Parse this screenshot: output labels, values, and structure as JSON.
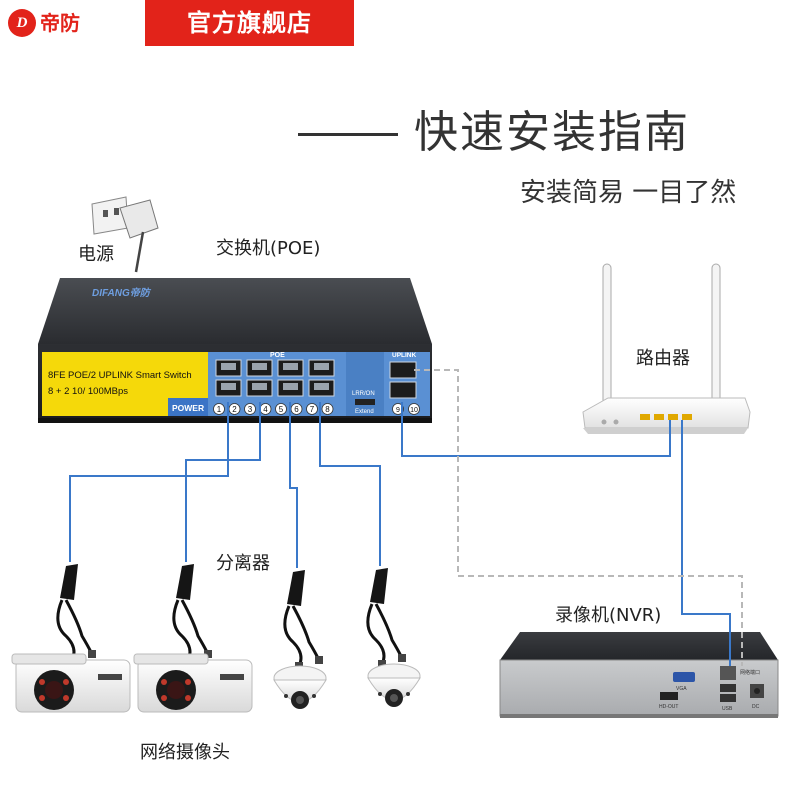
{
  "header": {
    "brand_logo_text": "D",
    "brand_name": "帝防",
    "store_name": "官方旗舰店"
  },
  "title": "快速安装指南",
  "subtitle": "安装简易 一目了然",
  "labels": {
    "power": "电源",
    "switch": "交换机(POE)",
    "router": "路由器",
    "splitter": "分离器",
    "nvr": "录像机(NVR)",
    "cameras": "网络摄像头"
  },
  "switch": {
    "brand": "DIFANG帝防",
    "model_line1": "8FE POE/2 UPLINK Smart Switch",
    "model_line2": "8 + 2 10/ 100MBps",
    "power_label": "POWER",
    "poe_label": "POE",
    "uplink_label": "UPLINK",
    "extend_label1": "LRR/ON",
    "extend_label2": "Extend",
    "port_numbers": [
      "1",
      "2",
      "3",
      "4",
      "5",
      "6",
      "7",
      "8"
    ],
    "uplink_numbers": [
      "9",
      "10"
    ]
  },
  "nvr": {
    "vga_label": "VGA",
    "hdout_label": "HD-OUT",
    "usb_label": "USB",
    "dc_label": "DC",
    "lan_label": "网络端口"
  },
  "colors": {
    "brand_red": "#e2231a",
    "cable_blue": "#3a78c9",
    "dashed_gray": "#b8b8b8",
    "switch_yellow": "#f5d90a",
    "switch_panel_blue": "#5a90d3"
  }
}
